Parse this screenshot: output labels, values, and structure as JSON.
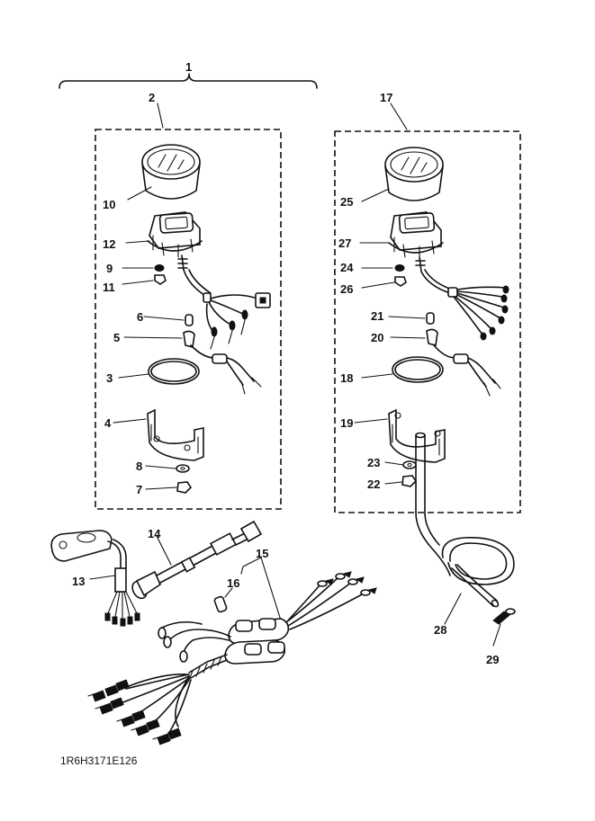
{
  "diagram": {
    "drawing_code": "1R6H3171E126",
    "callouts": {
      "c1": "1",
      "c2": "2",
      "c3": "3",
      "c4": "4",
      "c5": "5",
      "c6": "6",
      "c7": "7",
      "c8": "8",
      "c9": "9",
      "c10": "10",
      "c11": "11",
      "c12": "12",
      "c13": "13",
      "c14": "14",
      "c15": "15",
      "c16": "16",
      "c17": "17",
      "c18": "18",
      "c19": "19",
      "c20": "20",
      "c21": "21",
      "c22": "22",
      "c23": "23",
      "c24": "24",
      "c25": "25",
      "c26": "26",
      "c27": "27",
      "c28": "28",
      "c29": "29"
    }
  }
}
